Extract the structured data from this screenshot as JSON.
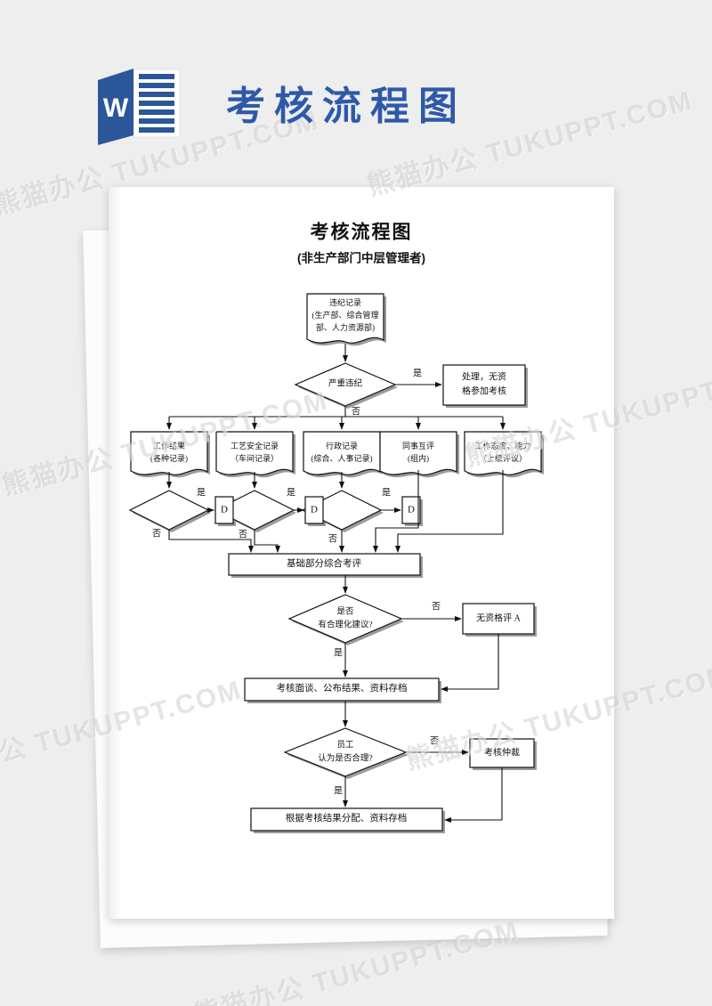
{
  "header": {
    "title": "考核流程图",
    "word_letter": "W"
  },
  "watermark": {
    "text": "熊猫办公 TUKUPPT.COM"
  },
  "flowchart": {
    "title": "考核流程图",
    "subtitle": "(非生产部门中层管理者)",
    "yes": "是",
    "no": "否",
    "d": "D",
    "nodes": {
      "violation_record": "违纪记录\n(生产部、综合管理\n部、人力资源部)",
      "serious_violation": "严重违纪",
      "handle_no_eligibility": "处理，无资\n格参加考核",
      "work_result": "工作结果\n(各种记录)",
      "safety_record": "工艺安全记录\n（车间记录）",
      "admin_record": "行政记录\n(综合、人事记录)",
      "peer_review": "同事互评\n(组内)",
      "work_attitude": "工作态度、能力\n（上级评议）",
      "combined_eval": "基础部分综合考评",
      "rational_suggestion": "是否\n有合理化建议?",
      "no_grade_a": "无资格评 A",
      "interview": "考核面谈、公布结果、资料存档",
      "employee_agree": "员工\n认为是否合理?",
      "arbitration": "考核仲裁",
      "final_allocation": "根据考核结果分配、资料存档"
    }
  }
}
